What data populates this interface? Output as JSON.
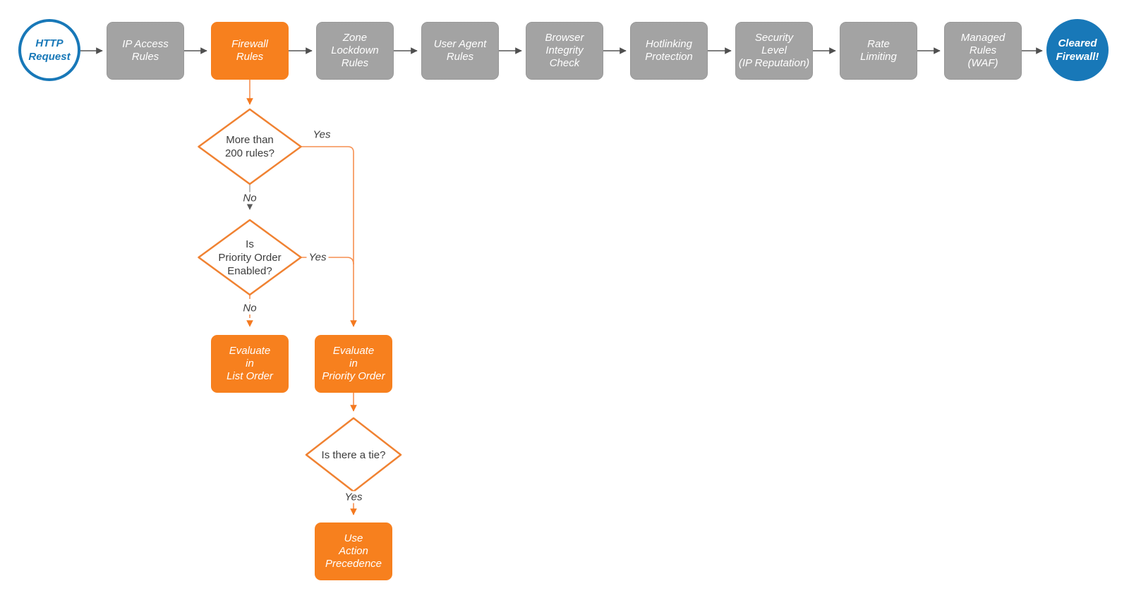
{
  "colors": {
    "orange_fill": "#F7801E",
    "orange_stroke": "#F08232",
    "orange_connector": "#F68F50",
    "blue": "#1878B8",
    "gray_fill": "#A3A3A3",
    "dark_connector": "#555555",
    "light_gray_connector": "#ABABAB",
    "text_dark": "#3D3D3D"
  },
  "flow": {
    "start": {
      "label": "HTTP\nRequest"
    },
    "stages": [
      {
        "label": "IP Access\nRules",
        "style": "gray"
      },
      {
        "label": "Firewall\nRules",
        "style": "orange"
      },
      {
        "label": "Zone\nLockdown\nRules",
        "style": "gray"
      },
      {
        "label": "User Agent\nRules",
        "style": "gray"
      },
      {
        "label": "Browser\nIntegrity\nCheck",
        "style": "gray"
      },
      {
        "label": "Hotlinking\nProtection",
        "style": "gray"
      },
      {
        "label": "Security\nLevel\n(IP Reputation)",
        "style": "gray"
      },
      {
        "label": "Rate\nLimiting",
        "style": "gray"
      },
      {
        "label": "Managed\nRules\n(WAF)",
        "style": "gray"
      }
    ],
    "end": {
      "label": "Cleared\nFirewall!"
    }
  },
  "branch": {
    "decisions": {
      "more_than_200_rules": "More than\n200 rules?",
      "priority_order_enabled": "Is\nPriority Order\nEnabled?",
      "is_there_a_tie": "Is there a tie?"
    },
    "processes": {
      "evaluate_list_order": "Evaluate\nin\nList Order",
      "evaluate_priority_order": "Evaluate\nin\nPriority Order",
      "use_action_precedence": "Use\nAction\nPrecedence"
    },
    "edge_labels": {
      "d1_yes": "Yes",
      "d1_no": "No",
      "d2_yes": "Yes",
      "d2_no": "No",
      "d3_yes": "Yes"
    }
  }
}
